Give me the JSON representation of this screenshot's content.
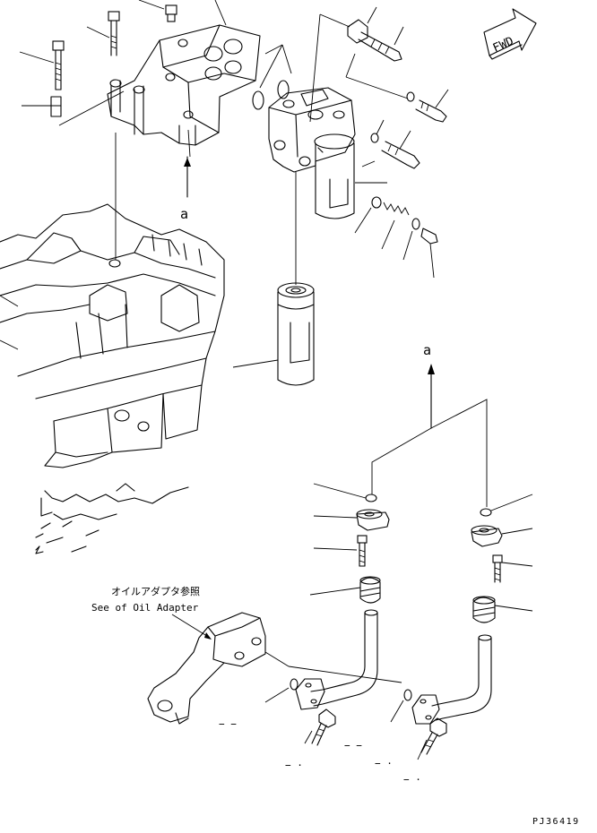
{
  "diagram": {
    "fwd_label": "FWD",
    "view_marker_top": "a",
    "view_marker_bottom": "a",
    "note_japanese": "オイルアダプタ参照",
    "note_english": "See of Oil Adapter",
    "drawing_number": "PJ36419",
    "dash_marks": [
      "− −",
      "− −",
      "− ·",
      "− ·",
      "− ·"
    ]
  }
}
